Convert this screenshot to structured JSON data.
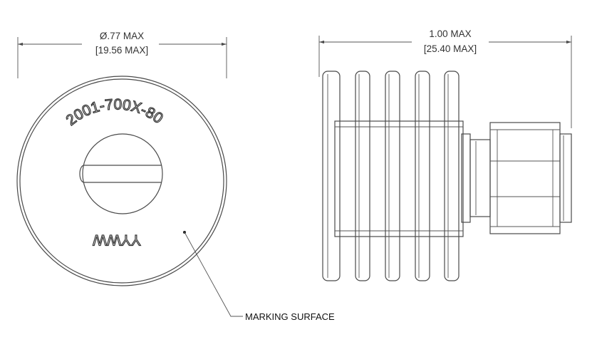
{
  "left_view": {
    "dimension_imperial": "Ø.77 MAX",
    "dimension_metric": "[19.56 MAX]",
    "part_number": "2001-700X-80",
    "date_code": "YYWW",
    "callout": "MARKING SURFACE"
  },
  "right_view": {
    "dimension_imperial": "1.00 MAX",
    "dimension_metric": "[25.40 MAX]"
  },
  "colors": {
    "line": "#4a4a4a",
    "text": "#333333",
    "background": "#ffffff"
  }
}
